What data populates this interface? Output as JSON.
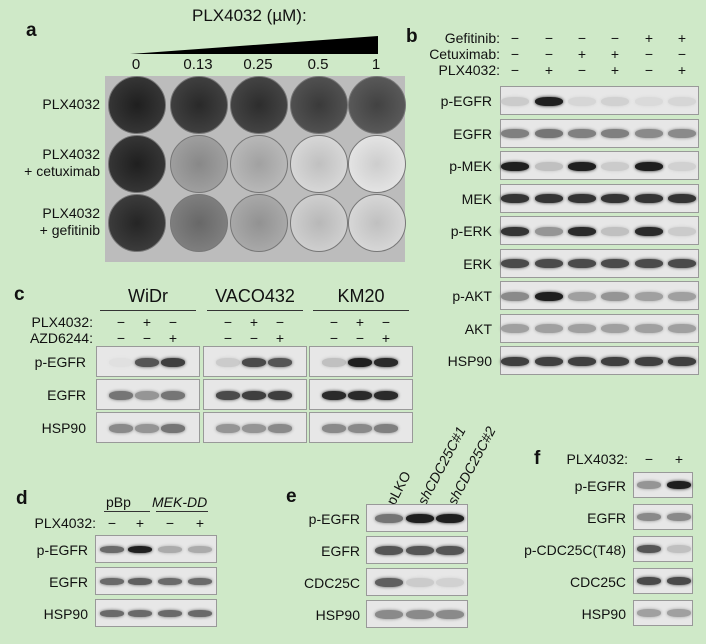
{
  "colors": {
    "background": "#cfe9c8",
    "blot_bg": "#e7e7e7"
  },
  "panel_a": {
    "letter": "a",
    "title": "PLX4032 (µM):",
    "concentrations": [
      "0",
      "0.13",
      "0.25",
      "0.5",
      "1"
    ],
    "row_labels": [
      [
        "PLX4032"
      ],
      [
        "PLX4032",
        "+ cetuximab"
      ],
      [
        "PLX4032",
        "+ gefitinib"
      ]
    ],
    "dish_darkness": [
      [
        0.95,
        0.9,
        0.88,
        0.82,
        0.78
      ],
      [
        0.95,
        0.45,
        0.33,
        0.18,
        0.12
      ],
      [
        0.92,
        0.6,
        0.4,
        0.22,
        0.18
      ]
    ]
  },
  "panel_b": {
    "letter": "b",
    "treatments": [
      {
        "name": "Gefitinib:",
        "signs": [
          "−",
          "−",
          "−",
          "−",
          "+",
          "+"
        ]
      },
      {
        "name": "Cetuximab:",
        "signs": [
          "−",
          "−",
          "+",
          "+",
          "−",
          "−"
        ]
      },
      {
        "name": "PLX4032:",
        "signs": [
          "−",
          "+",
          "−",
          "+",
          "−",
          "+"
        ]
      }
    ],
    "rows": [
      {
        "label": "p-EGFR",
        "intensity": [
          0.15,
          0.95,
          0.1,
          0.12,
          0.08,
          0.1
        ]
      },
      {
        "label": "EGFR",
        "intensity": [
          0.5,
          0.55,
          0.5,
          0.5,
          0.45,
          0.45
        ]
      },
      {
        "label": "p-MEK",
        "intensity": [
          0.95,
          0.2,
          0.95,
          0.15,
          0.95,
          0.12
        ]
      },
      {
        "label": "MEK",
        "intensity": [
          0.85,
          0.85,
          0.85,
          0.85,
          0.85,
          0.85
        ]
      },
      {
        "label": "p-ERK",
        "intensity": [
          0.85,
          0.4,
          0.9,
          0.2,
          0.9,
          0.15
        ]
      },
      {
        "label": "ERK",
        "intensity": [
          0.75,
          0.75,
          0.75,
          0.75,
          0.75,
          0.75
        ]
      },
      {
        "label": "p-AKT",
        "intensity": [
          0.45,
          0.95,
          0.35,
          0.4,
          0.35,
          0.35
        ]
      },
      {
        "label": "AKT",
        "intensity": [
          0.35,
          0.35,
          0.35,
          0.35,
          0.35,
          0.35
        ]
      },
      {
        "label": "HSP90",
        "intensity": [
          0.8,
          0.8,
          0.8,
          0.8,
          0.8,
          0.8
        ]
      }
    ]
  },
  "panel_c": {
    "letter": "c",
    "cell_lines": [
      "WiDr",
      "VACO432",
      "KM20"
    ],
    "treatments": [
      {
        "name": "PLX4032:",
        "signs": [
          "−",
          "+",
          "−"
        ]
      },
      {
        "name": "AZD6244:",
        "signs": [
          "−",
          "−",
          "+"
        ]
      }
    ],
    "rows": [
      {
        "label": "p-EGFR",
        "intensity": [
          [
            0.05,
            0.7,
            0.8
          ],
          [
            0.15,
            0.75,
            0.7
          ],
          [
            0.2,
            0.95,
            0.9
          ]
        ]
      },
      {
        "label": "EGFR",
        "intensity": [
          [
            0.55,
            0.4,
            0.55
          ],
          [
            0.75,
            0.8,
            0.8
          ],
          [
            0.9,
            0.9,
            0.9
          ]
        ]
      },
      {
        "label": "HSP90",
        "intensity": [
          [
            0.45,
            0.4,
            0.55
          ],
          [
            0.4,
            0.4,
            0.45
          ],
          [
            0.45,
            0.45,
            0.5
          ]
        ]
      }
    ]
  },
  "panel_d": {
    "letter": "d",
    "groups": [
      "pBp",
      "MEK-DD"
    ],
    "treatment": {
      "name": "PLX4032:",
      "signs": [
        "−",
        "+",
        "−",
        "+"
      ]
    },
    "rows": [
      {
        "label": "p-EGFR",
        "intensity": [
          0.6,
          0.95,
          0.3,
          0.3
        ]
      },
      {
        "label": "EGFR",
        "intensity": [
          0.6,
          0.65,
          0.6,
          0.6
        ]
      },
      {
        "label": "HSP90",
        "intensity": [
          0.6,
          0.6,
          0.6,
          0.6
        ]
      }
    ]
  },
  "panel_e": {
    "letter": "e",
    "columns": [
      "pLKO",
      "shCDC25C#1",
      "shCDC25C#2"
    ],
    "rows": [
      {
        "label": "p-EGFR",
        "intensity": [
          0.55,
          0.95,
          0.95
        ]
      },
      {
        "label": "EGFR",
        "intensity": [
          0.7,
          0.7,
          0.7
        ]
      },
      {
        "label": "CDC25C",
        "intensity": [
          0.65,
          0.15,
          0.12
        ]
      },
      {
        "label": "HSP90",
        "intensity": [
          0.45,
          0.45,
          0.45
        ]
      }
    ]
  },
  "panel_f": {
    "letter": "f",
    "treatment": {
      "name": "PLX4032:",
      "signs": [
        "−",
        "+"
      ]
    },
    "rows": [
      {
        "label": "p-EGFR",
        "intensity": [
          0.4,
          0.95
        ]
      },
      {
        "label": "EGFR",
        "intensity": [
          0.45,
          0.45
        ]
      },
      {
        "label": "p-CDC25C(T48)",
        "intensity": [
          0.7,
          0.2
        ]
      },
      {
        "label": "CDC25C",
        "intensity": [
          0.75,
          0.75
        ]
      },
      {
        "label": "HSP90",
        "intensity": [
          0.35,
          0.35
        ]
      }
    ]
  }
}
